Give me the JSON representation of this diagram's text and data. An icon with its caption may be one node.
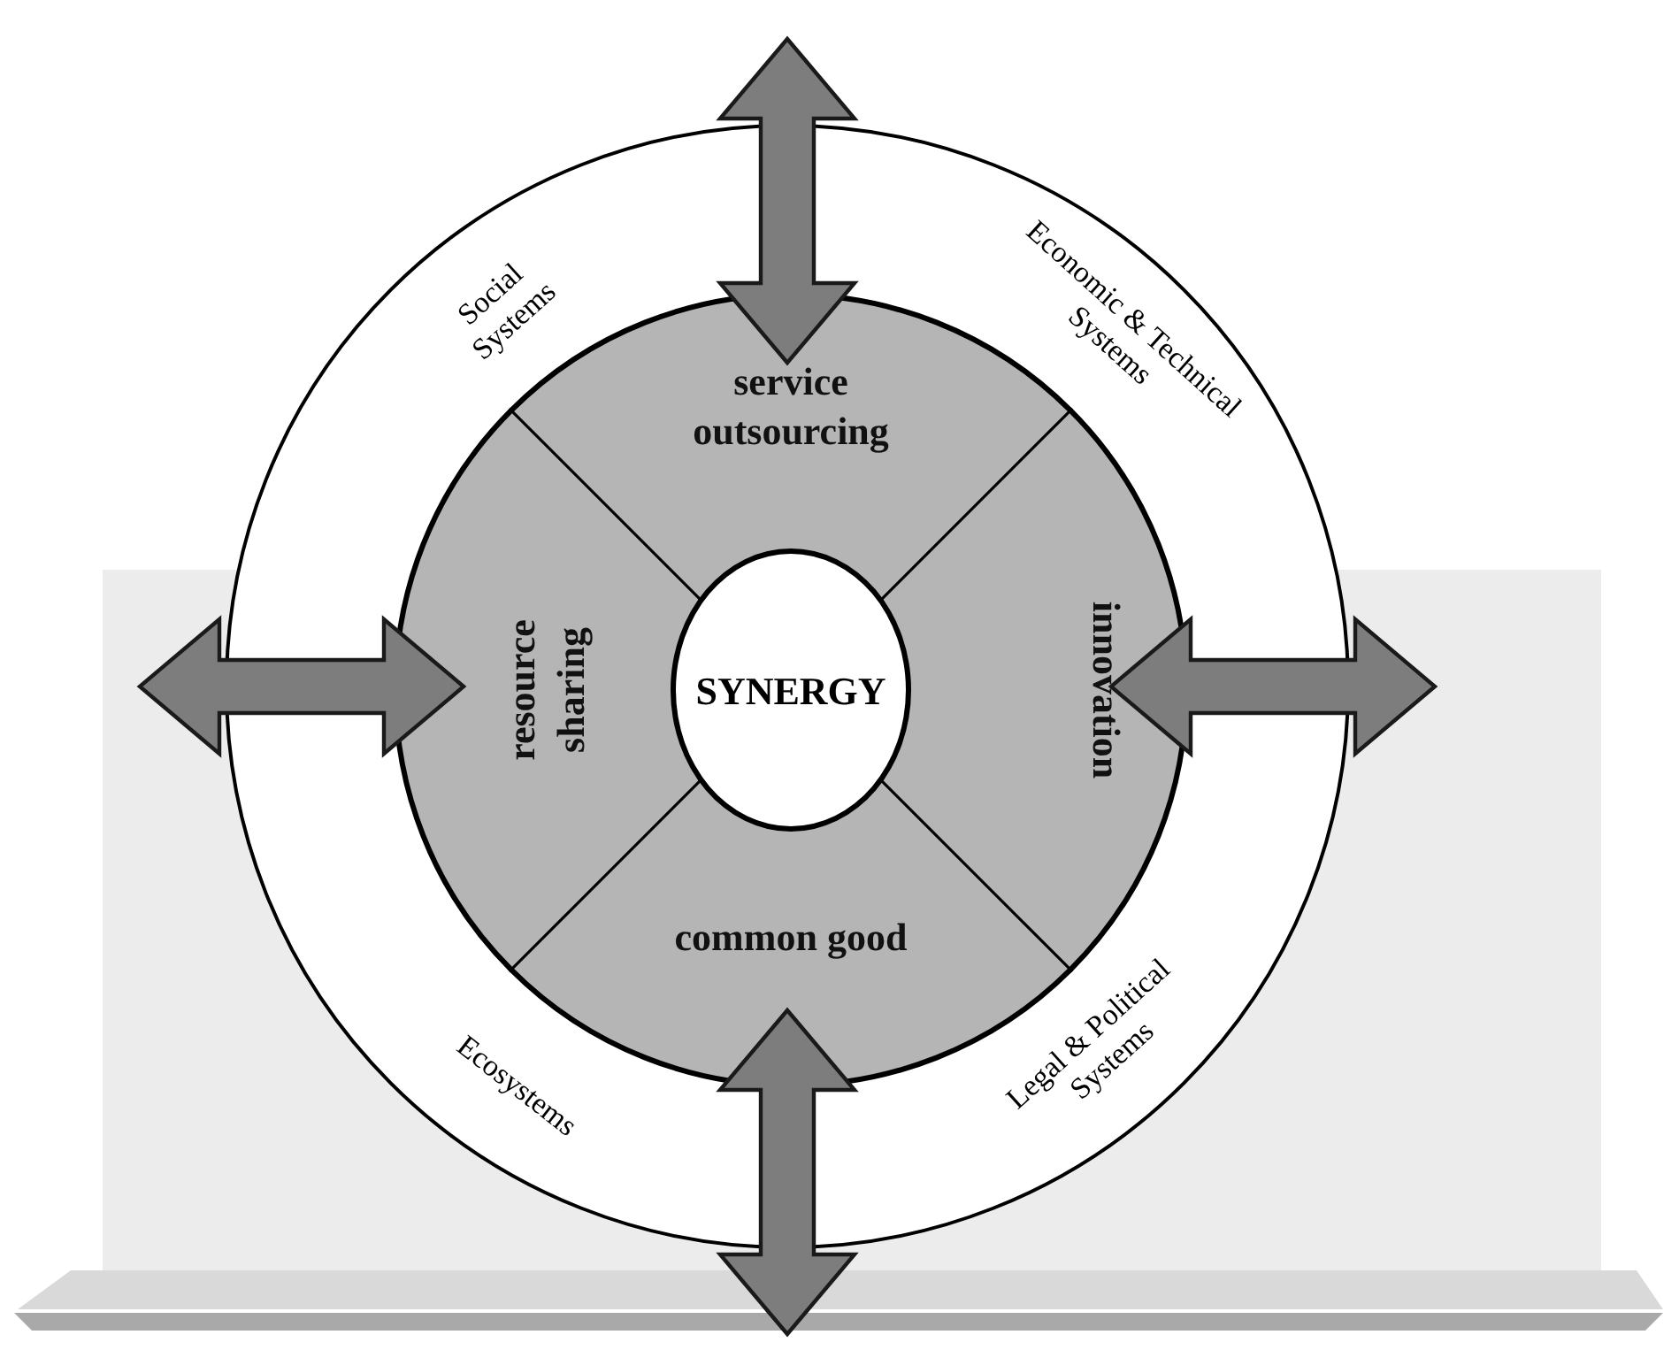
{
  "diagram": {
    "nodes": [
      {
        "text": [],
        "shape": "circle"
      },
      {
        "text": [],
        "shape": "circle",
        "in": 0
      },
      {
        "text": [
          "service outsourcing"
        ],
        "in": 1
      },
      {
        "text": [
          "resource sharing"
        ],
        "in": 1
      },
      {
        "text": [
          "SYNERGY"
        ],
        "in": 1
      },
      {
        "text": [
          "innovation"
        ],
        "in": 1
      },
      {
        "text": [
          "common good"
        ],
        "in": 1
      }
    ],
    "edges": [
      {
        "from": 2,
        "to": null,
        "arrow": "both"
      },
      {
        "from": 3,
        "to": null,
        "arrow": "both"
      },
      {
        "from": 5,
        "to": null,
        "arrow": "both"
      },
      {
        "from": 6,
        "to": null,
        "arrow": "both"
      }
    ],
    "labels": [
      "Social Systems",
      "Economic & Technical Systems",
      "Ecosystems",
      "Legal & Political Systems"
    ]
  }
}
